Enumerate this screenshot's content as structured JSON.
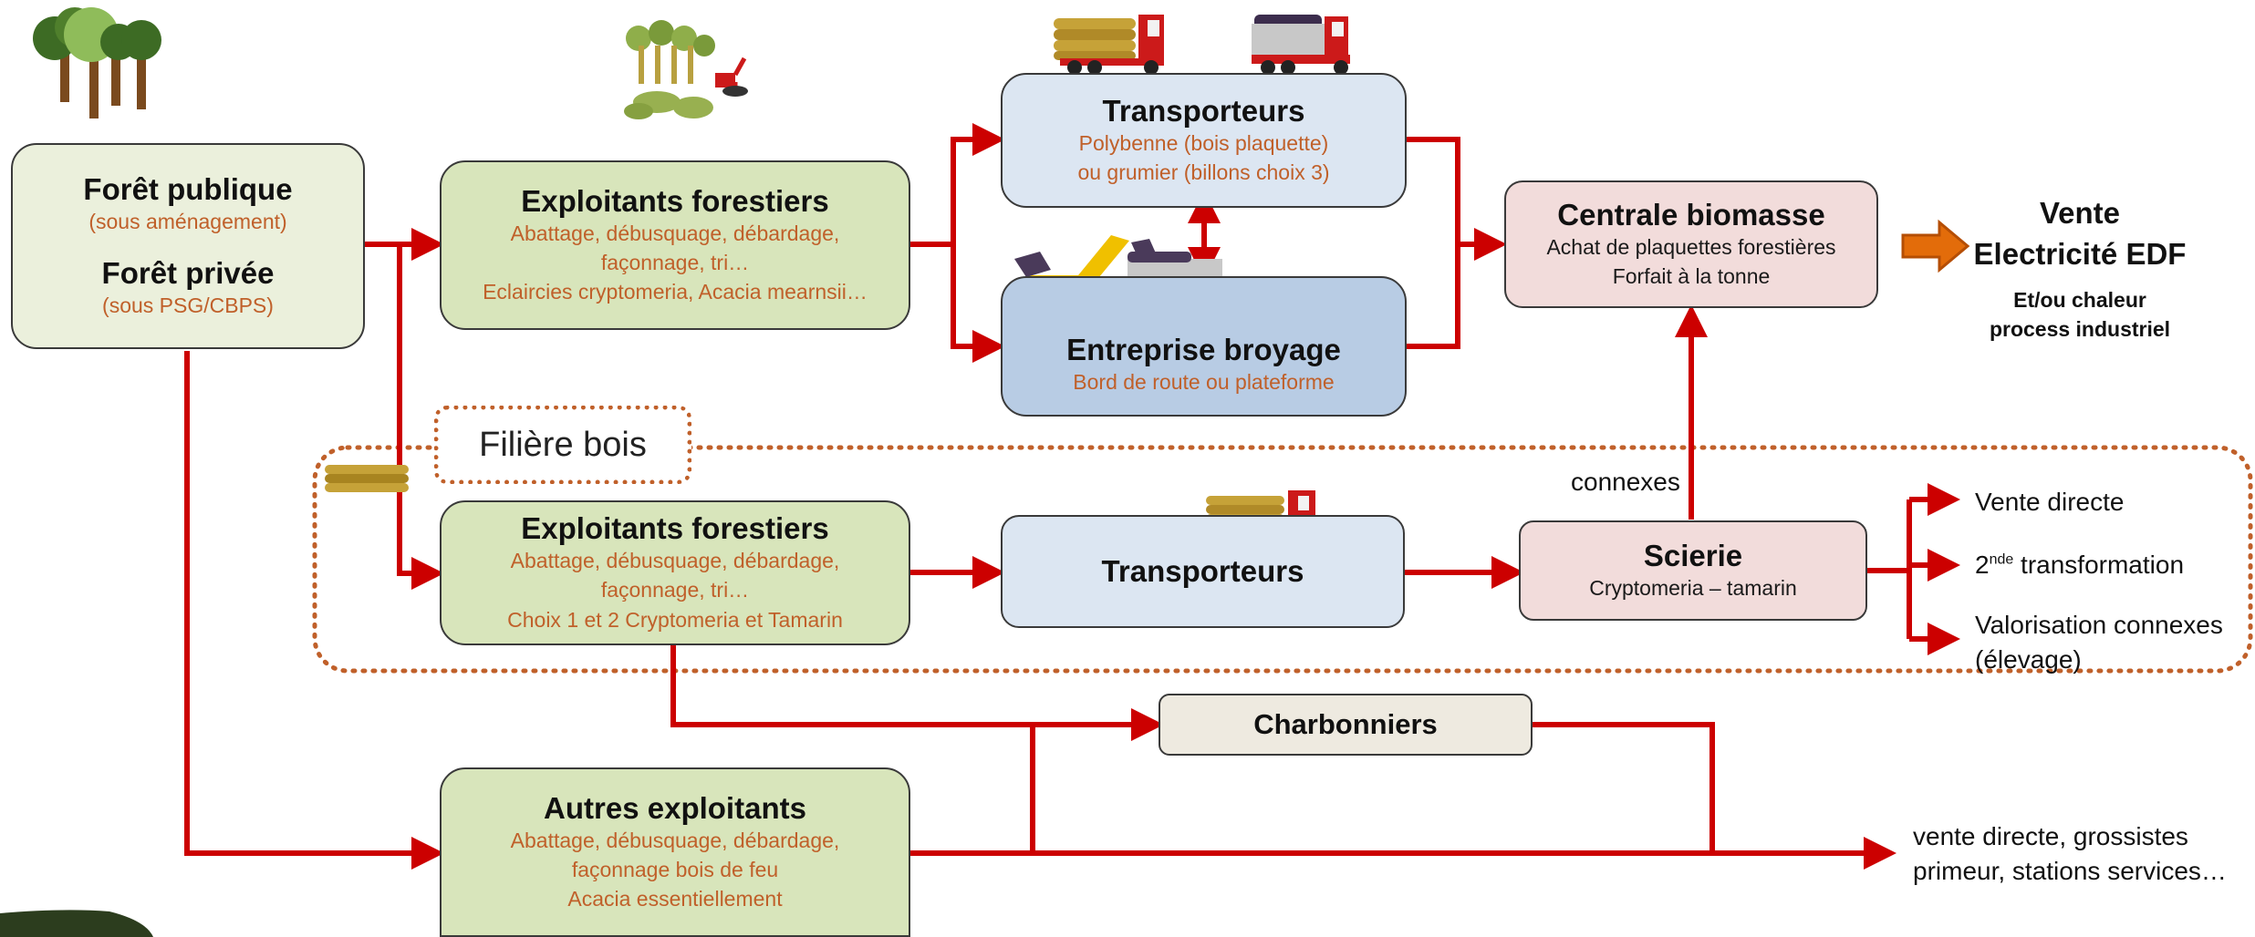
{
  "foret": {
    "publique_title": "Forêt publique",
    "publique_sub": "(sous aménagement)",
    "privee_title": "Forêt privée",
    "privee_sub": "(sous PSG/CBPS)"
  },
  "exploitants_top": {
    "title": "Exploitants forestiers",
    "line1": "Abattage, débusquage, débardage,",
    "line2": "façonnage, tri…",
    "line3": "Eclaircies cryptomeria, Acacia mearnsii…"
  },
  "transporteurs_top": {
    "title": "Transporteurs",
    "line1": "Polybenne (bois plaquette)",
    "line2": "ou grumier (billons choix 3)"
  },
  "broyage": {
    "title": "Entreprise broyage",
    "line1": "Bord de route ou plateforme"
  },
  "centrale": {
    "title": "Centrale biomasse",
    "line1": "Achat de plaquettes forestières",
    "line2": "Forfait à la tonne"
  },
  "vente_edf": {
    "line1": "Vente",
    "line2": "Electricité EDF",
    "line3": "Et/ou chaleur",
    "line4": "process industriel"
  },
  "filiere_label": "Filière bois",
  "connexes_label": "connexes",
  "exploitants_mid": {
    "title": "Exploitants forestiers",
    "line1": "Abattage, débusquage, débardage,",
    "line2": "façonnage, tri…",
    "line3": "Choix 1 et 2 Cryptomeria et Tamarin"
  },
  "transporteurs_mid": {
    "title": "Transporteurs"
  },
  "scierie": {
    "title": "Scierie",
    "line1": "Cryptomeria – tamarin"
  },
  "outputs": {
    "vente_directe": "Vente directe",
    "transformation_num": "2",
    "transformation_sup": "nde",
    "transformation_text": " transformation",
    "valorisation_line1": "Valorisation connexes",
    "valorisation_line2": "(élevage)"
  },
  "charbonniers": {
    "title": "Charbonniers"
  },
  "autres": {
    "title": "Autres exploitants",
    "line1": "Abattage, débusquage, débardage,",
    "line2": "façonnage bois de feu",
    "line3": "Acacia essentiellement"
  },
  "final_output": {
    "line1": "vente directe, grossistes",
    "line2": "primeur, stations services…"
  },
  "colors": {
    "arrow": "#cc0000",
    "dotted": "#c0602a",
    "orange_text": "#c0602a",
    "big_arrow": "#e36c0a"
  },
  "icons": [
    "trees-icon",
    "forest-harvester-icon",
    "log-truck-icon",
    "chip-truck-icon",
    "wood-chipper-icon",
    "log-pile-icon"
  ]
}
